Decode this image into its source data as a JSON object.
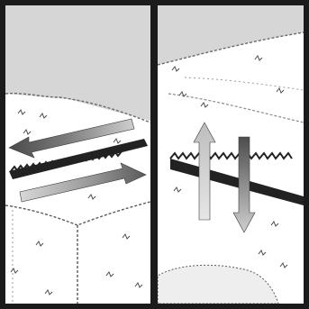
{
  "illustration": {
    "panels": [
      {
        "id": "horizontal-cut",
        "arrows": [
          "left-arrow",
          "right-arrow"
        ],
        "tool": "hedge-trimmer-blade"
      },
      {
        "id": "vertical-cut",
        "arrows": [
          "up-arrow",
          "down-arrow"
        ],
        "tool": "hedge-trimmer-blade"
      }
    ],
    "colors": {
      "sky": "#d6d6d6",
      "hedge": "#ffffff",
      "outline": "#1d1d1d",
      "blade": "#222222",
      "arrow_dark": "#5a5a5a",
      "arrow_light": "#d9d9d9",
      "foliage": "#4a4a4a"
    }
  }
}
